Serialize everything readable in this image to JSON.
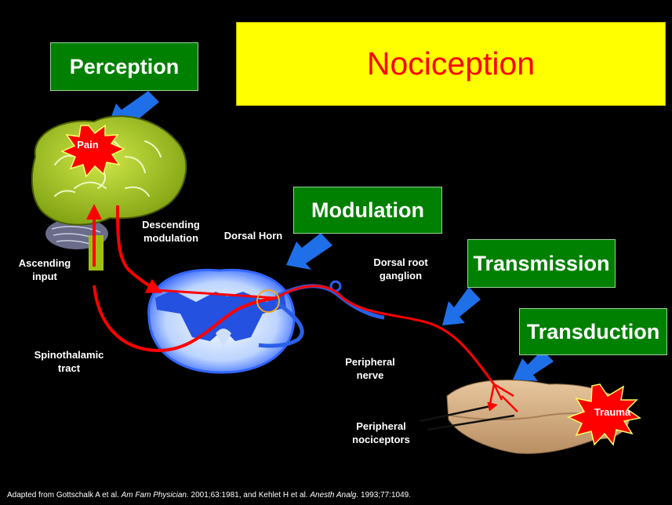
{
  "title": "Nociception",
  "stages": {
    "perception": "Perception",
    "modulation": "Modulation",
    "transmission": "Transmission",
    "transduction": "Transduction"
  },
  "labels": {
    "pain": "Pain",
    "trauma": "Trauma",
    "descending_line1": "Descending",
    "descending_line2": "modulation",
    "dorsal_horn": "Dorsal Horn",
    "ascending_line1": "Ascending",
    "ascending_line2": "input",
    "dorsal_root_line1": "Dorsal root",
    "dorsal_root_line2": "ganglion",
    "spinothalamic_line1": "Spinothalamic",
    "spinothalamic_line2": "tract",
    "peripheral_nerve_line1": "Peripheral",
    "peripheral_nerve_line2": "nerve",
    "peripheral_noci_line1": "Peripheral",
    "peripheral_noci_line2": "nociceptors"
  },
  "footer": {
    "part1": "Adapted from Gottschalk A et al. ",
    "journal1": "Am Fam Physician.",
    "part2": " 2001;63:1981, and Kehlet H et al. ",
    "journal2": "Anesth Analg.",
    "part3": " 1993;77:1049."
  },
  "colors": {
    "background": "#000000",
    "title_box": "#ffff00",
    "title_text": "#ff0000",
    "stage_box": "#008000",
    "arrow_blue": "#1e6fe8",
    "pathway_red": "#ff0000",
    "brain": "#a6cc1a",
    "cord": "#3366ff",
    "skin": "#d9b48a"
  }
}
